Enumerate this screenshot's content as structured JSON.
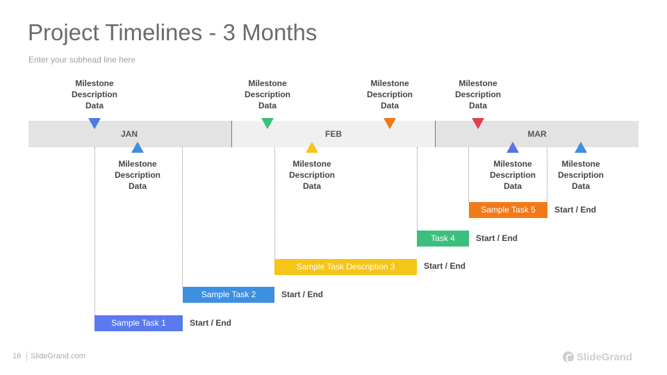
{
  "title": "Project Timelines - 3 Months",
  "subhead": "Enter your subhead line here",
  "months": [
    {
      "label": "JAN",
      "color": "#e3e3e3"
    },
    {
      "label": "FEB",
      "color": "#f0f0f0"
    },
    {
      "label": "MAR",
      "color": "#e3e3e3"
    }
  ],
  "milestones": {
    "line1": "Milestone",
    "line2": "Description",
    "line3": "Data"
  },
  "milestone_colors": {
    "top_1": "#4a7be8",
    "top_2": "#3cbf7c",
    "top_3": "#f07a1a",
    "top_4": "#e0404f",
    "bottom_1": "#3d8fe0",
    "bottom_2": "#f5c518",
    "bottom_3": "#5a74e8",
    "bottom_4": "#3d8fe0"
  },
  "tasks": [
    {
      "label": "Sample Task 1",
      "start_end": "Start / End",
      "color": "#5a7af0"
    },
    {
      "label": "Sample Task 2",
      "start_end": "Start / End",
      "color": "#3d8fe0"
    },
    {
      "label": "Sample Task Description 3",
      "start_end": "Start / End",
      "color": "#f5c518"
    },
    {
      "label": "Task 4",
      "start_end": "Start / End",
      "color": "#3cbf7c"
    },
    {
      "label": "Sample Task 5",
      "start_end": "Start / End",
      "color": "#f07a1a"
    }
  ],
  "footer": {
    "page_number": "16",
    "site": "SlideGrand.com",
    "brand": "SlideGrand"
  }
}
